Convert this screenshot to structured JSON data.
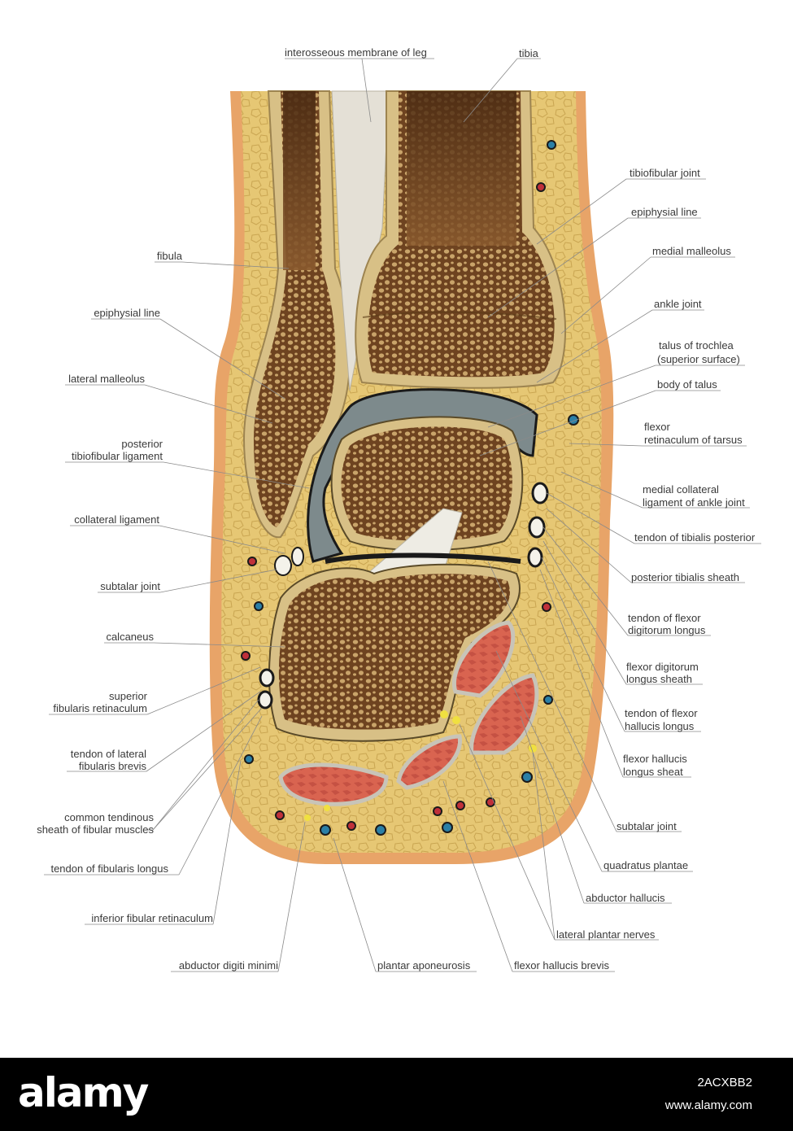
{
  "labels": {
    "interosseous_membrane": "interosseous membrane of leg",
    "tibia": "tibia",
    "tibiofibular_joint": "tibiofibular joint",
    "epiphysial_line_right": "epiphysial line",
    "medial_malleolus": "medial malleolus",
    "ankle_joint": "ankle joint",
    "talus_trochlea_1": "talus of trochlea",
    "talus_trochlea_2": "(superior surface)",
    "body_of_talus": "body of talus",
    "flexor_retinaculum_1": "flexor",
    "flexor_retinaculum_2": "retinaculum of tarsus",
    "medial_collateral_1": "medial collateral",
    "medial_collateral_2": "ligament of ankle joint",
    "tendon_tibialis_posterior": "tendon of tibialis posterior",
    "posterior_tibialis_sheath": "posterior tibialis sheath",
    "tendon_fdl_1": "tendon of flexor",
    "tendon_fdl_2": "digitorum longus",
    "fdl_sheath_1": "flexor digitorum",
    "fdl_sheath_2": "longus sheath",
    "tendon_fhl_1": "tendon of flexor",
    "tendon_fhl_2": "hallucis longus",
    "fhl_sheath_1": "flexor hallucis",
    "fhl_sheath_2": "longus sheat",
    "subtalar_joint_right": "subtalar joint",
    "quadratus_plantae": "quadratus plantae",
    "abductor_hallucis": "abductor hallucis",
    "lateral_plantar_nerves": "lateral plantar nerves",
    "flexor_hallucis_brevis": "flexor hallucis brevis",
    "plantar_aponeurosis": "plantar aponeurosis",
    "abductor_digiti_minimi": "abductor digiti minimi",
    "inferior_fibular_retinaculum": "inferior fibular retinaculum",
    "tendon_fibularis_longus": "tendon of fibularis longus",
    "common_sheath_1": "common tendinous",
    "common_sheath_2": "sheath of fibular muscles",
    "tendon_fibularis_brevis_1": "tendon of lateral",
    "tendon_fibularis_brevis_2": "fibularis brevis",
    "superior_retinaculum_1": "superior",
    "superior_retinaculum_2": "fibularis retinaculum",
    "calcaneus": "calcaneus",
    "subtalar_joint_left": "subtalar joint",
    "collateral_ligament": "collateral ligament",
    "posterior_tibiofibular_1": "posterior",
    "posterior_tibiofibular_2": "tibiofibular ligament",
    "lateral_malleolus": "lateral malleolus",
    "epiphysial_line_left": "epiphysial line",
    "fibula": "fibula"
  },
  "footer": {
    "brand": "alamy",
    "image_id": "2ACXBB2",
    "site": "www.alamy.com"
  },
  "colors": {
    "skin": "#e8a468",
    "fat": "#e6c774",
    "bone_cortex": "#d8c086",
    "marrow": "#8a5a2e",
    "cartilage": "#7d8a8c",
    "muscle": "#d96450",
    "ligament": "#e4e0d6",
    "vein": "#2b7fa6",
    "artery": "#c0303a",
    "nerve": "#f0e040",
    "leader_line": "#8a8a8a",
    "label_text": "#3a3a3a",
    "footer_bg": "#000000"
  }
}
